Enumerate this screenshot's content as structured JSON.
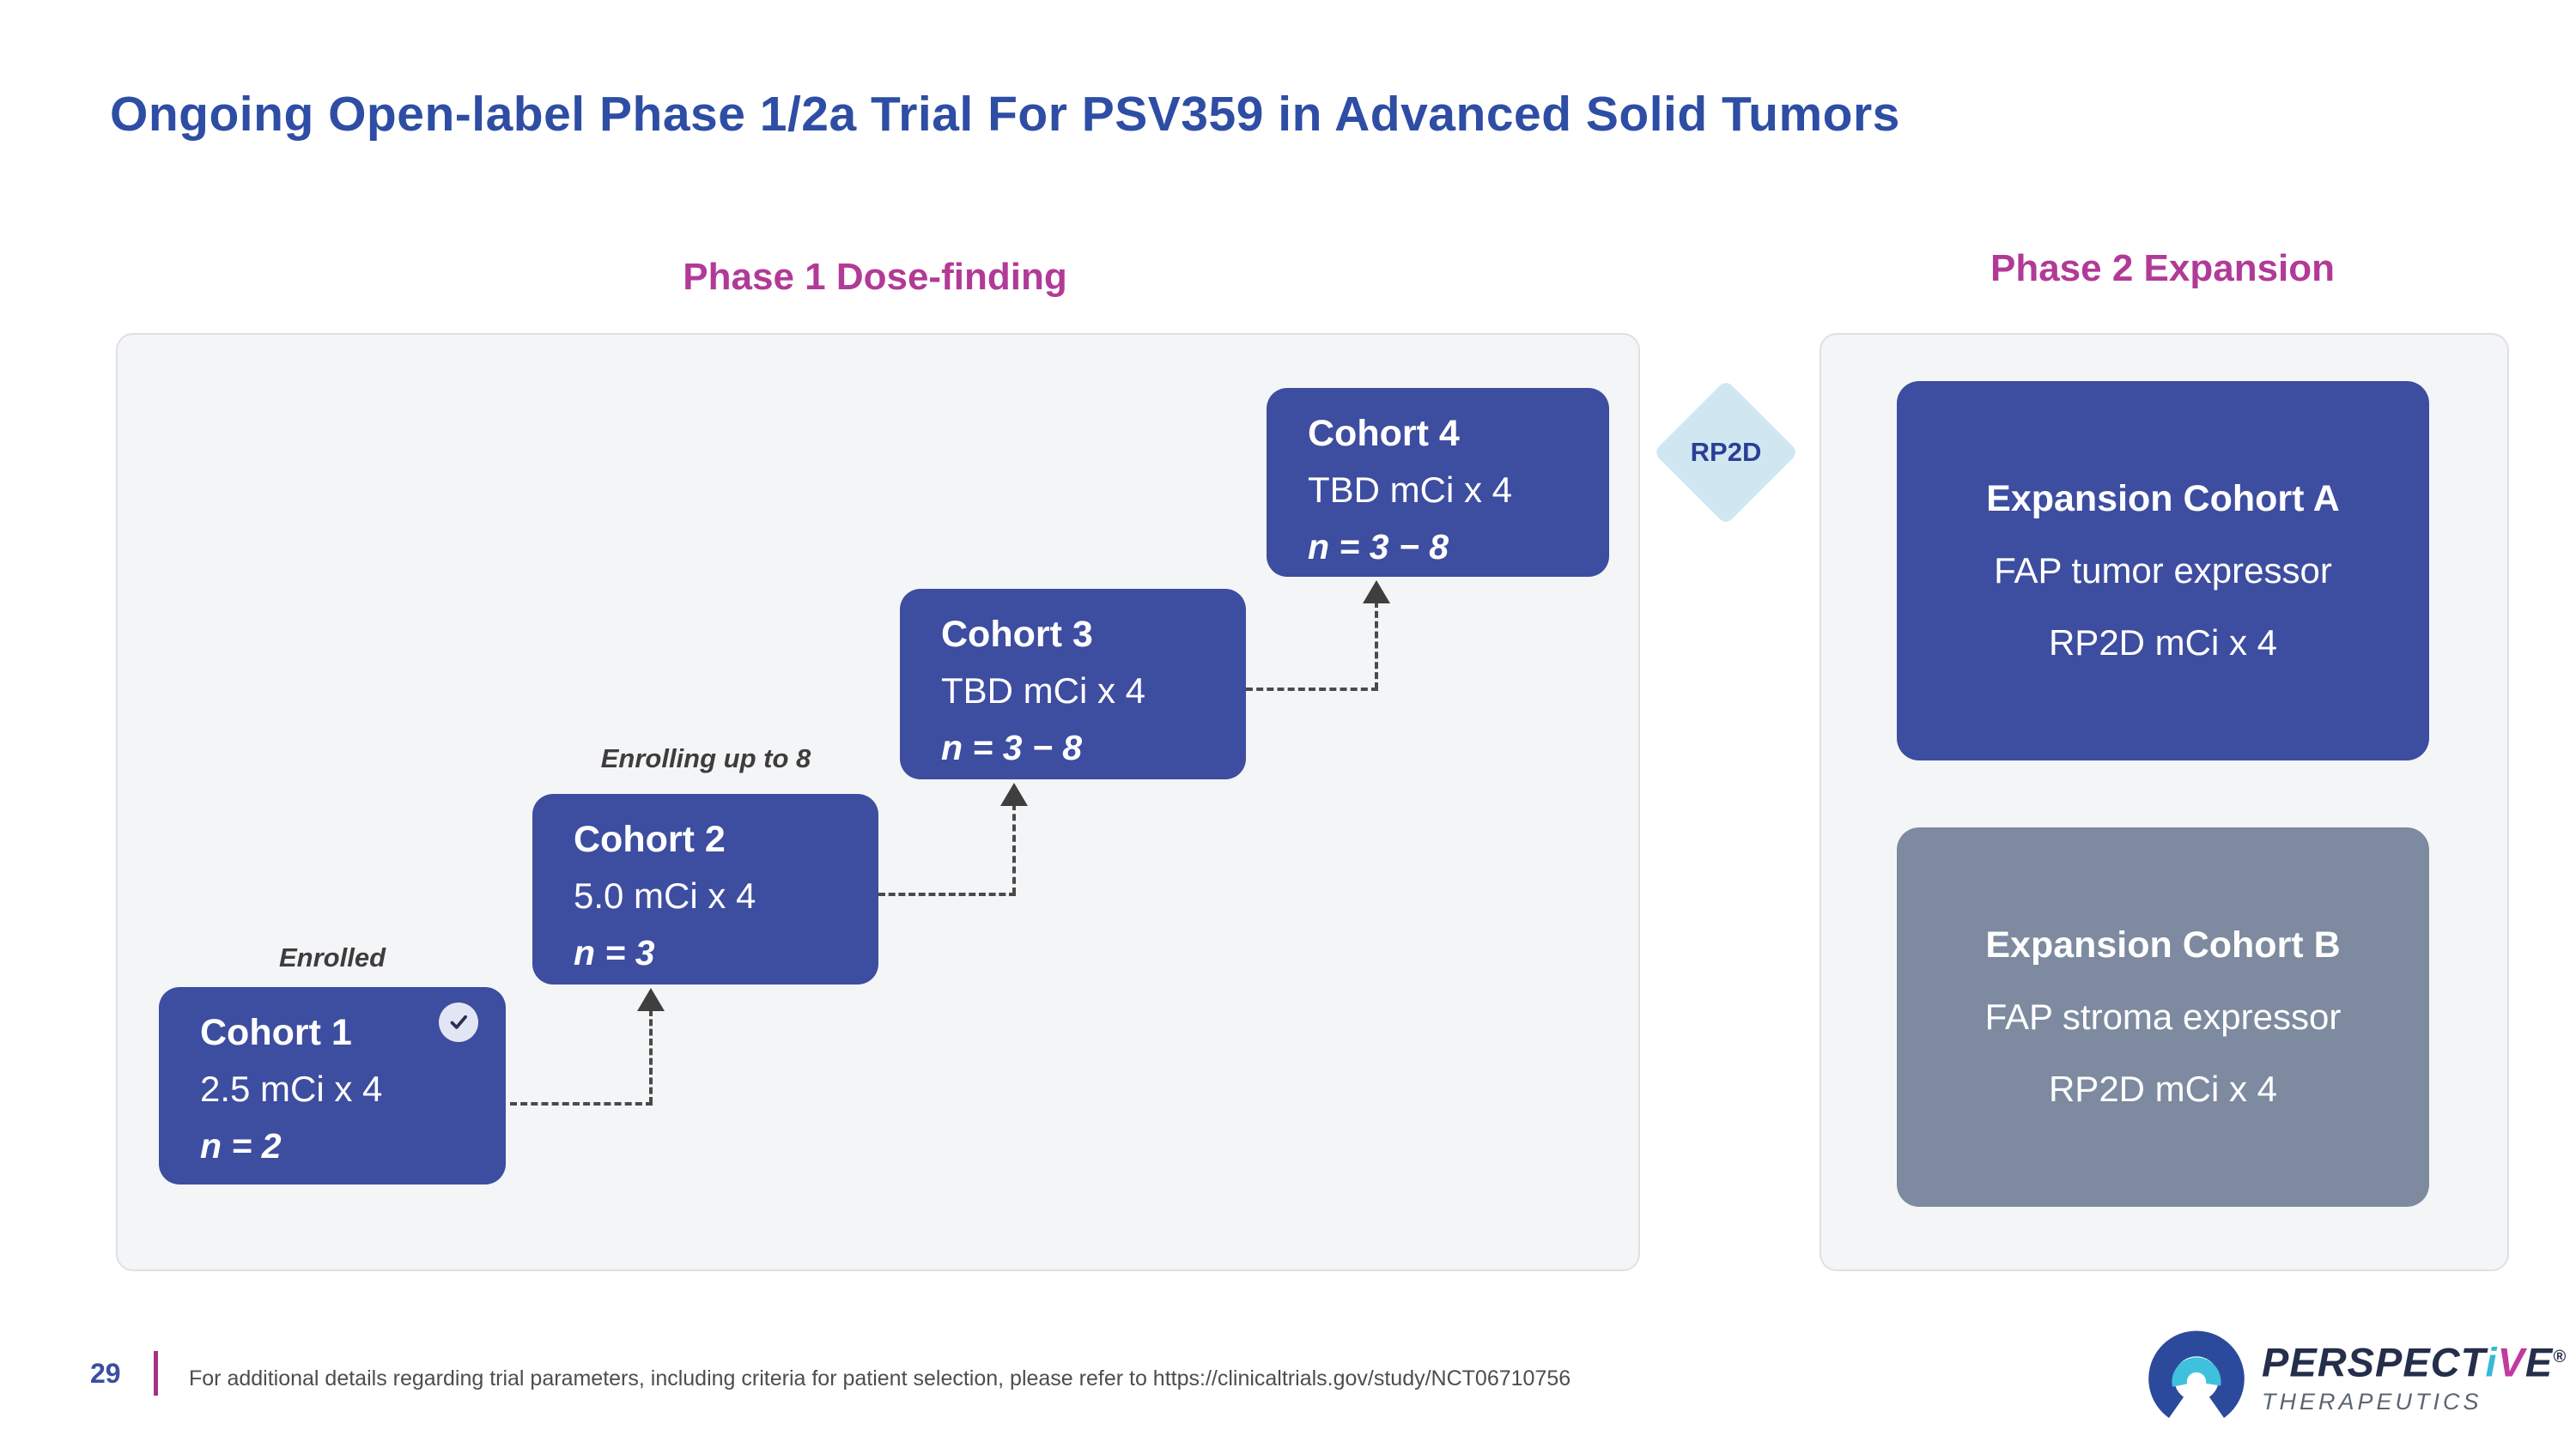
{
  "title": "Ongoing Open-label Phase 1/2a Trial For PSV359 in Advanced Solid Tumors",
  "phase1": {
    "header": "Phase 1 Dose-finding",
    "cohorts": [
      {
        "name": "Cohort 1",
        "dose": "2.5 mCi x 4",
        "n": "n = 2",
        "status_label": "Enrolled",
        "completed": true
      },
      {
        "name": "Cohort 2",
        "dose": "5.0 mCi x 4",
        "n": "n = 3",
        "status_label": "Enrolling up to 8",
        "completed": false
      },
      {
        "name": "Cohort 3",
        "dose": "TBD mCi x 4",
        "n": "n = 3 − 8",
        "completed": false
      },
      {
        "name": "Cohort 4",
        "dose": "TBD mCi x 4",
        "n": "n = 3 − 8",
        "completed": false
      }
    ]
  },
  "rp2d": {
    "label": "RP2D"
  },
  "phase2": {
    "header": "Phase 2 Expansion",
    "cohorts": [
      {
        "title": "Expansion Cohort A",
        "line1": "FAP tumor expressor",
        "line2": "RP2D mCi x 4",
        "variant": "blue"
      },
      {
        "title": "Expansion Cohort B",
        "line1": "FAP stroma expressor",
        "line2": "RP2D mCi x 4",
        "variant": "gray"
      }
    ]
  },
  "footer": {
    "page_number": "29",
    "note": "For additional details regarding trial parameters, including criteria for patient selection, please refer to https://clinicaltrials.gov/study/NCT06710756"
  },
  "logo": {
    "brand_pre": "PERSPECT",
    "brand_i": "i",
    "brand_v": "V",
    "brand_post": "E",
    "registered": "®",
    "sub": "THERAPEUTICS"
  },
  "colors": {
    "title_blue": "#2E4DA4",
    "phase_magenta": "#B23A97",
    "cohort_blue": "#3D4DA0",
    "expansion_gray": "#7D8AA0",
    "panel_bg": "#F4F5F7",
    "diamond_bg": "#D0E7F2",
    "diamond_text": "#2B3F97",
    "footer_bar_magenta": "#A53184",
    "brand_navy": "#252E4A",
    "brand_teal": "#35B9D6",
    "brand_magenta": "#C13A9E"
  }
}
